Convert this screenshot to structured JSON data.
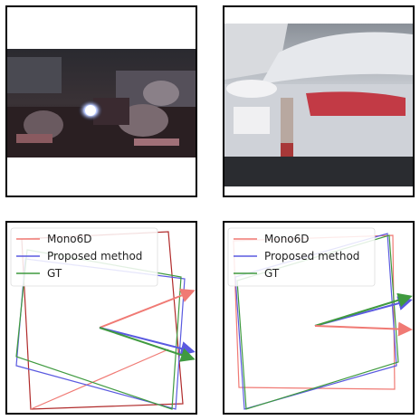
{
  "figure": {
    "panels": [
      {
        "id": "top-left",
        "kind": "photo",
        "subject": "dark street scene crop"
      },
      {
        "id": "top-right",
        "kind": "photo",
        "subject": "white car rear crop"
      },
      {
        "id": "bottom-left",
        "kind": "diagram"
      },
      {
        "id": "bottom-right",
        "kind": "diagram"
      }
    ],
    "legend": [
      {
        "label": "Mono6D",
        "color": "#e8706a"
      },
      {
        "label": "Proposed method",
        "color": "#5a5ae0"
      },
      {
        "label": "GT",
        "color": "#3f9a3f"
      }
    ],
    "colors": {
      "mono6d_dark": "#b02a2a",
      "mono6d": "#f07a74",
      "proposed": "#5a5ae0",
      "gt": "#3f9a3f"
    }
  }
}
